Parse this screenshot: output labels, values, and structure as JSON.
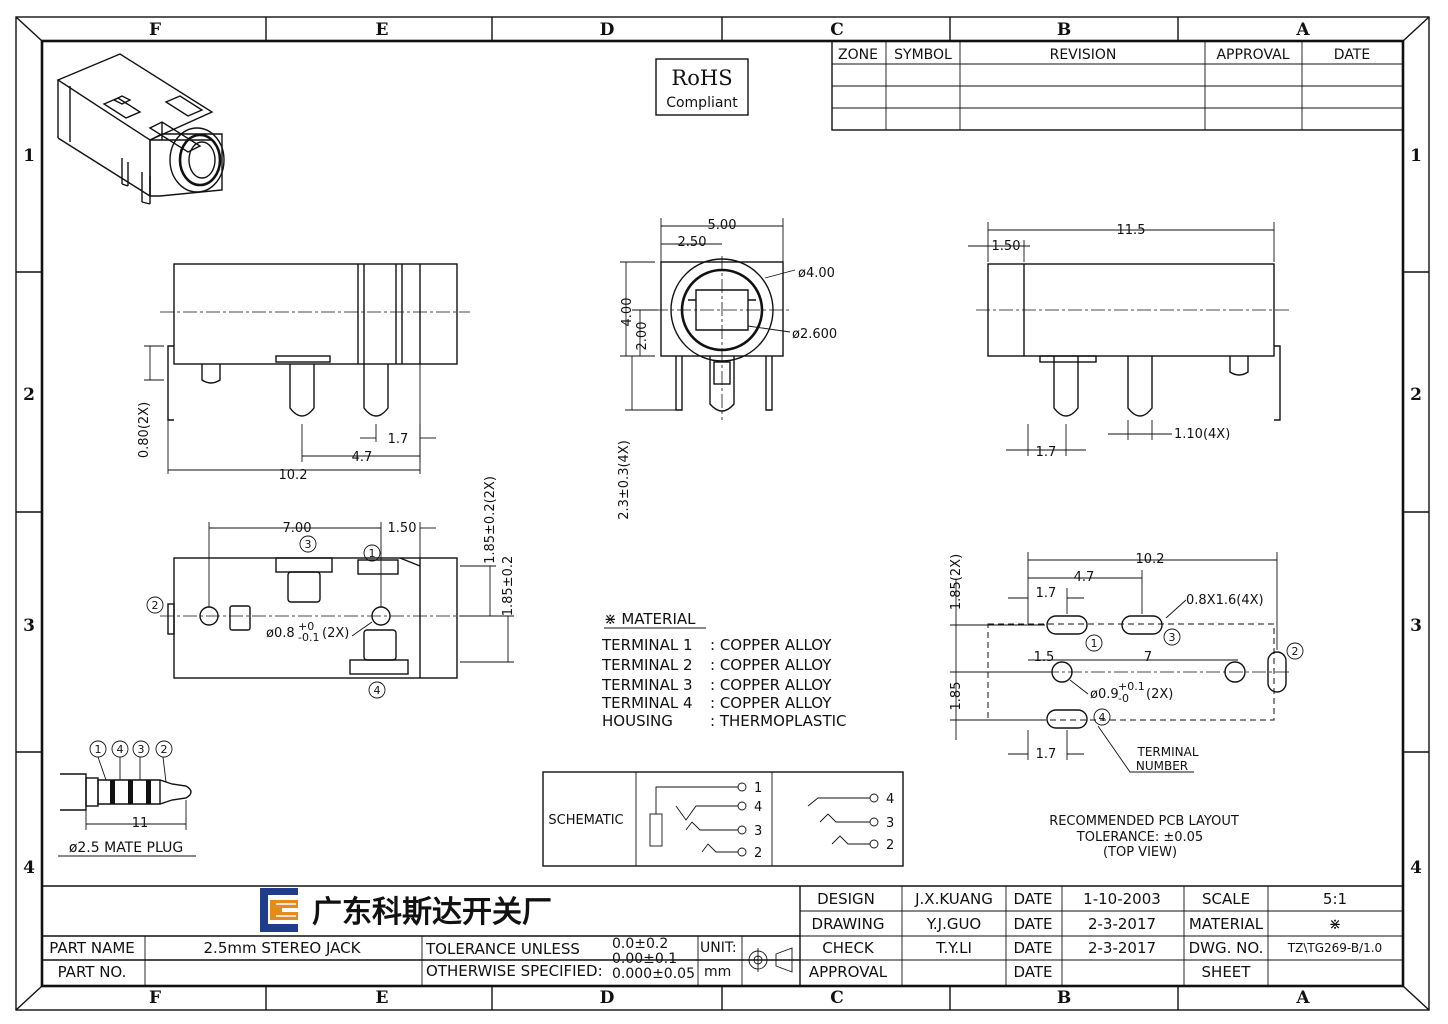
{
  "zones": {
    "columns": [
      "F",
      "E",
      "D",
      "C",
      "B",
      "A"
    ],
    "rows": [
      "1",
      "2",
      "3",
      "4"
    ]
  },
  "rohs": {
    "line1": "RoHS",
    "line2": "Compliant"
  },
  "revision_table": {
    "headers": [
      "ZONE",
      "SYMBOL",
      "REVISION",
      "APPROVAL",
      "DATE"
    ]
  },
  "dimensions": {
    "side_view_left": {
      "d_0_80": "0.80(2X)",
      "d_1_7": "1.7",
      "d_4_7": "4.7",
      "d_10_2": "10.2"
    },
    "front_view": {
      "d_5_00": "5.00",
      "d_2_50": "2.50",
      "d_dia_4_00": "ø4.00",
      "d_dia_2_600": "ø2.600",
      "d_4_00": "4.00",
      "d_2_00": "2.00",
      "d_2_3": "2.3±0.3(4X)"
    },
    "side_view_right": {
      "d_11_5": "11.5",
      "d_1_50": "1.50",
      "d_1_7": "1.7",
      "d_1_10": "1.10(4X)"
    },
    "bottom_view": {
      "d_7_00": "7.00",
      "d_1_50": "1.50",
      "d_1_85_2x": "1.85±0.2(2X)",
      "d_1_85": "1.85±0.2",
      "hole": "ø0.8",
      "hole_tol_up": "+0",
      "hole_tol_dn": "-0.1",
      "hole_count": "(2X)"
    },
    "pcb_layout": {
      "d_10_2": "10.2",
      "d_4_7": "4.7",
      "d_1_7_top": "1.7",
      "d_1_85_2x": "1.85(2X)",
      "d_1_85": "1.85",
      "d_1_5": "1.5",
      "d_7": "7",
      "slot": "0.8X1.6(4X)",
      "hole": "ø0.9",
      "hole_tol_up": "+0.1",
      "hole_tol_dn": "-0",
      "hole_count": "(2X)",
      "d_1_7_bottom": "1.7",
      "terminal_label_1": "TERMINAL",
      "terminal_label_2": "NUMBER",
      "note_1": "RECOMMENDED PCB LAYOUT",
      "note_2": "TOLERANCE: ±0.05",
      "note_3": "(TOP VIEW)"
    },
    "plug": {
      "length": "11",
      "caption": "ø2.5 MATE PLUG"
    }
  },
  "terminal_numbers": [
    "1",
    "2",
    "3",
    "4"
  ],
  "material": {
    "title": "⋇ MATERIAL",
    "rows": [
      {
        "part": "TERMINAL 1",
        "value": ": COPPER ALLOY"
      },
      {
        "part": "TERMINAL 2",
        "value": ": COPPER ALLOY"
      },
      {
        "part": "TERMINAL 3",
        "value": ": COPPER ALLOY"
      },
      {
        "part": "TERMINAL 4",
        "value": ": COPPER ALLOY"
      },
      {
        "part": "HOUSING",
        "value": ": THERMOPLASTIC"
      }
    ]
  },
  "schematic": {
    "label": "SCHEMATIC",
    "left_pins": [
      "1",
      "4",
      "3",
      "2"
    ],
    "right_pins": [
      "4",
      "3",
      "2"
    ]
  },
  "title_block": {
    "company": "广东科斯达开关厂",
    "logo_colors": {
      "blue": "#1f3d8c",
      "orange": "#e58a1f"
    },
    "part_name_label": "PART NAME",
    "part_name": "2.5mm STEREO JACK",
    "part_no_label": "PART NO.",
    "part_no": "",
    "tolerance_label_1": "TOLERANCE UNLESS",
    "tolerance_label_2": "OTHERWISE SPECIFIED:",
    "tol_1": "0.0±0.2",
    "tol_2": "0.00±0.1",
    "tol_3": "0.000±0.05",
    "unit_label": "UNIT:",
    "unit": "mm",
    "rows": [
      {
        "role": "DESIGN",
        "name": "J.X.KUANG",
        "date_label": "DATE",
        "date": "1-10-2003",
        "field": "SCALE",
        "value": "5:1"
      },
      {
        "role": "DRAWING",
        "name": "Y.J.GUO",
        "date_label": "DATE",
        "date": "2-3-2017",
        "field": "MATERIAL",
        "value": "⋇"
      },
      {
        "role": "CHECK",
        "name": "T.Y.LI",
        "date_label": "DATE",
        "date": "2-3-2017",
        "field": "DWG. NO.",
        "value": "TZ\\TG269-B/1.0"
      },
      {
        "role": "APPROVAL",
        "name": "",
        "date_label": "DATE",
        "date": "",
        "field": "SHEET",
        "value": ""
      }
    ]
  }
}
